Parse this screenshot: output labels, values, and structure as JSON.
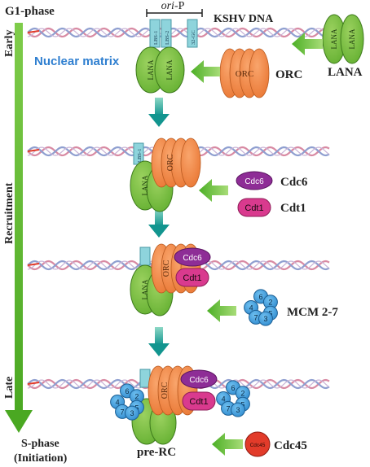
{
  "timeline": {
    "start_label": "G1-phase",
    "early_label": "Early",
    "recruitment_label": "Recruitment",
    "late_label": "Late",
    "end_label_line1": "S-phase",
    "end_label_line2": "(Initiation)"
  },
  "header": {
    "ori_label_italic": "ori",
    "ori_label_suffix": "-P",
    "kshv_dna_label": "KSHV DNA",
    "nuclear_matrix_label": "Nuclear matrix"
  },
  "sites": {
    "lbs1": "LBS-1",
    "lbs2": "LBS-2",
    "gc32": "32-GC"
  },
  "proteins": {
    "lana": "LANA",
    "orc": "ORC",
    "cdc6": "Cdc6",
    "cdt1": "Cdt1",
    "cdc45": "Cdc45",
    "mcm_label": "MCM 2-7",
    "mcm_subunits": [
      "6",
      "2",
      "4",
      "5",
      "7",
      "3"
    ]
  },
  "complex": {
    "pre_rc_label": "pre-RC"
  },
  "colors": {
    "lana_fill": "#7cc142",
    "orc_fill": "#f08a4b",
    "cdc6_fill": "#8e2d96",
    "cdt1_fill": "#d93a8e",
    "mcm_fill": "#3a9ee0",
    "cdc45_fill": "#e23b2a",
    "timeline_green": "#5cb82f",
    "step_arrow": "#1fa39a",
    "nuclear_matrix_text": "#2f7fd0",
    "dna_pink": "#d88aa3",
    "dna_blue": "#8f9fd0"
  }
}
